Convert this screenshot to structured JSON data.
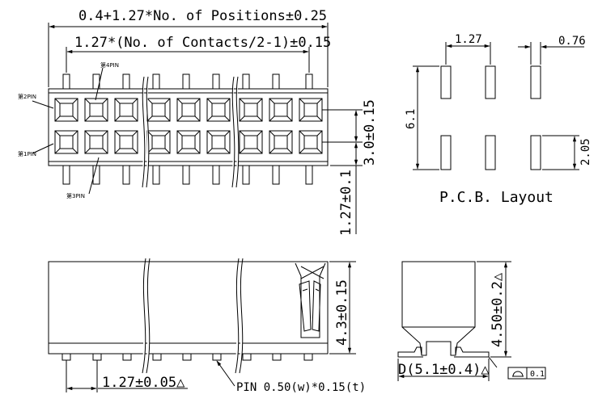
{
  "top_view": {
    "overall_dim": "0.4+1.27*No. of Positions±0.25",
    "contacts_dim": "1.27*(No. of Contacts/2-1)±0.15",
    "pitch_vertical_dim": "3.0±0.15",
    "row_offset_dim": "1.27±0.1",
    "pin_labels": {
      "pin4": "第4PIN",
      "pin2": "第2PIN",
      "pin1": "第1PIN",
      "pin3": "第3PIN"
    }
  },
  "pcb_layout": {
    "title": "P.C.B.  Layout",
    "pitch": "1.27",
    "pad_width": "0.76",
    "overall_height": "6.1",
    "pad_length": "2.05"
  },
  "front_view": {
    "height_dim": "4.3±0.15",
    "pitch_dim": "1.27±0.05△",
    "pin_dim": "PIN 0.50(w)*0.15(t)"
  },
  "side_view": {
    "height_dim": "4.50±0.2△",
    "width_dim": "D(5.1±0.4)△",
    "flatness_value": "0.1"
  }
}
